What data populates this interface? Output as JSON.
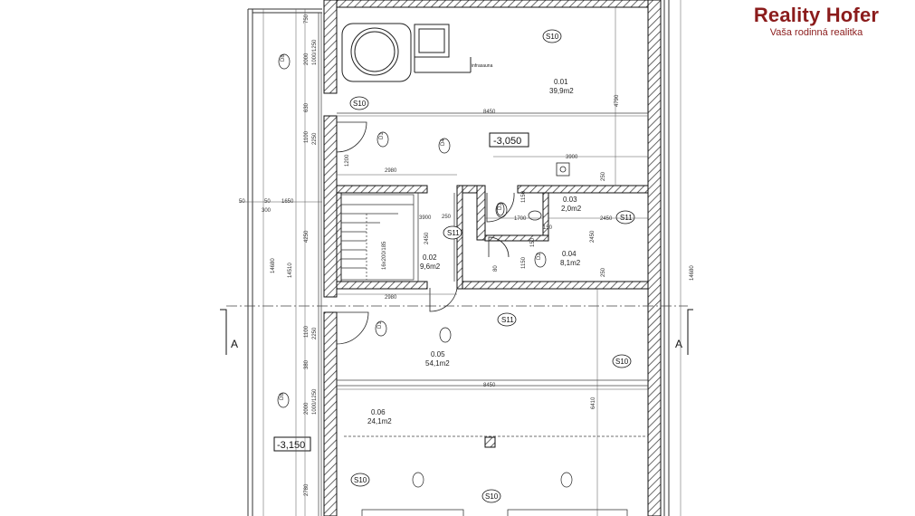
{
  "brand": {
    "name": "Reality Hofer",
    "tagline": "Vaša rodinná realitka"
  },
  "levels": {
    "upper": "-3,050",
    "lower": "-3,150"
  },
  "section_marks": {
    "left": "A",
    "right": "A"
  },
  "rooms": [
    {
      "id": "0.01",
      "area": "39,9m2"
    },
    {
      "id": "0.02",
      "area": "9,6m2"
    },
    {
      "id": "0.03",
      "area": "2,0m2"
    },
    {
      "id": "0.04",
      "area": "8,1m2"
    },
    {
      "id": "0.05",
      "area": "54,1m2"
    },
    {
      "id": "0.06",
      "area": "24,1m2"
    }
  ],
  "labels": {
    "sauna": "infrasauna",
    "stair": "16x200/185"
  },
  "wall_tags": [
    "S10",
    "S10",
    "S11",
    "S11",
    "S11",
    "S10",
    "S10",
    "S10"
  ],
  "door_tags": [
    "D1",
    "D4",
    "D3",
    "D2",
    "D1",
    "D8",
    "D8"
  ],
  "dims": {
    "d8450a": "8450",
    "d8450b": "8450",
    "d2980a": "2980",
    "d2980b": "2980",
    "d3900a": "3900",
    "d3900b": "3900",
    "d2450a": "2450",
    "d2450b": "2450",
    "d2450c": "2450",
    "d1700": "1700",
    "d250a": "250",
    "d250b": "250",
    "d250c": "250",
    "d150a": "150",
    "d150b": "150",
    "d1150a": "1150",
    "d1150b": "1150",
    "d1200": "1200",
    "d80": "80",
    "d4790": "4790",
    "d6410": "6410",
    "d14680a": "14680",
    "d14680b": "14680",
    "d14510": "14510",
    "d4250": "4250",
    "d1650": "1650",
    "d50a": "50",
    "d50b": "50",
    "d300": "300",
    "d750": "750",
    "d2000a": "2000",
    "d2000b": "2000",
    "d1000a": "1000/1250",
    "d1000b": "1000/1250",
    "d630": "630",
    "d1100a": "1100",
    "d1100b": "1100",
    "d2250a": "2250",
    "d2250b": "2250",
    "d380": "380",
    "d2780": "2780"
  }
}
